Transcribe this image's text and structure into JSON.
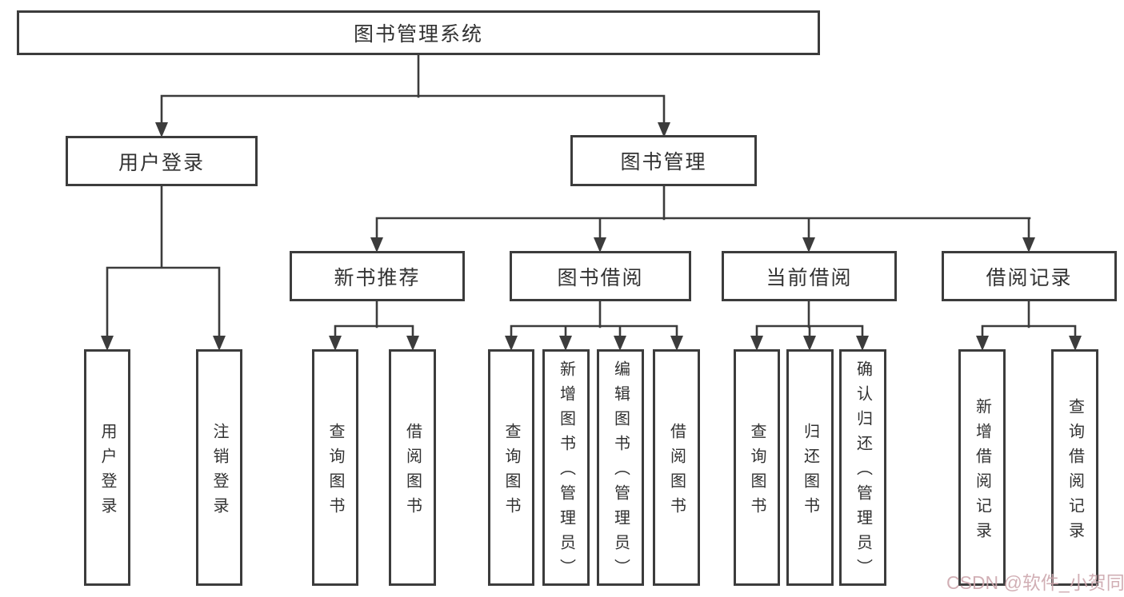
{
  "diagram": {
    "type": "hierarchy-tree",
    "colors": {
      "line": "#3c3c3c",
      "box_border": "#3c3c3c",
      "text": "#323232",
      "watermark": "#cda7ad",
      "background": "#ffffff"
    },
    "tree": {
      "root": {
        "label": "图书管理系统"
      },
      "branches": [
        {
          "label": "用户登录",
          "children": [
            {
              "label": "用户登录"
            },
            {
              "label": "注销登录"
            }
          ]
        },
        {
          "label": "图书管理",
          "children": [
            {
              "label": "新书推荐",
              "children": [
                {
                  "label": "查询图书"
                },
                {
                  "label": "借阅图书"
                }
              ]
            },
            {
              "label": "图书借阅",
              "children": [
                {
                  "label": "查询图书"
                },
                {
                  "label": "新增图书（管理员）"
                },
                {
                  "label": "编辑图书（管理员）"
                },
                {
                  "label": "借阅图书"
                }
              ]
            },
            {
              "label": "当前借阅",
              "children": [
                {
                  "label": "查询图书"
                },
                {
                  "label": "归还图书"
                },
                {
                  "label": "确认归还（管理员）"
                }
              ]
            },
            {
              "label": "借阅记录",
              "children": [
                {
                  "label": "新增借阅记录"
                },
                {
                  "label": "查询借阅记录"
                }
              ]
            }
          ]
        }
      ]
    },
    "watermark": {
      "text": "CSDN @软件_小贺同学"
    }
  }
}
